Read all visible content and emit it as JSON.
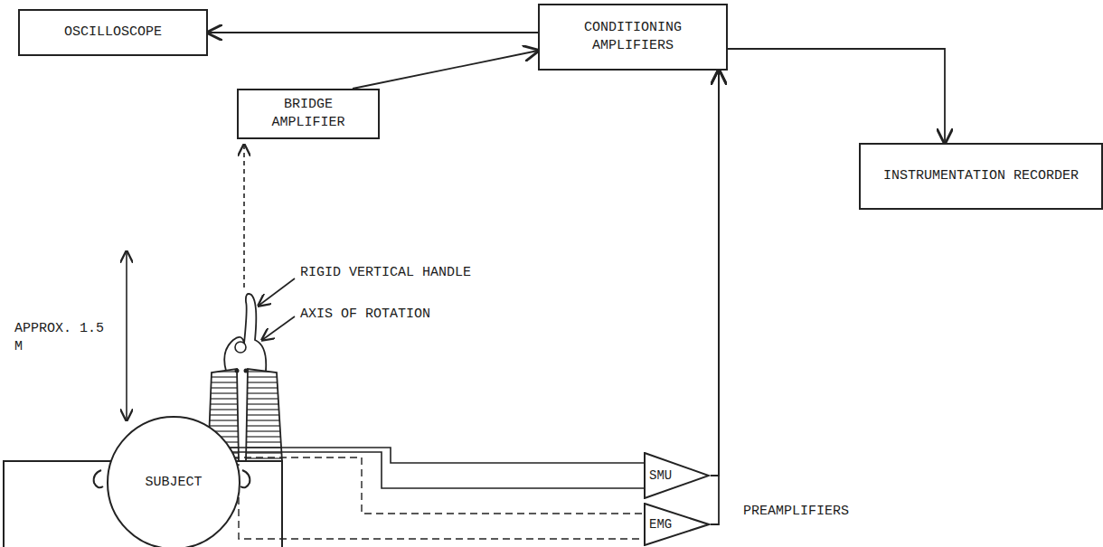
{
  "diagram": {
    "nodes": [
      {
        "text": [
          "OSCILLOSCOPE"
        ]
      },
      {
        "text": [
          "CONDITIONING AMPLIFIERS"
        ]
      },
      {
        "text": [
          "BRIDGE AMPLIFIER"
        ]
      },
      {
        "text": [
          "INSTRUMENTATION RECORDER"
        ]
      },
      {
        "text": [
          "SUBJECT"
        ]
      },
      {
        "text": [
          "SMU"
        ]
      },
      {
        "text": [
          "EMG"
        ]
      }
    ],
    "edges": [
      {
        "from": 1,
        "to": 0,
        "arrow": "to"
      },
      {
        "from": 2,
        "to": 1,
        "arrow": "to"
      },
      {
        "from": 1,
        "to": 3,
        "arrow": "to"
      },
      {
        "from": 5,
        "to": 1,
        "arrow": "to"
      },
      {
        "from": 6,
        "to": 1,
        "arrow": "to"
      }
    ],
    "labels": [
      "APPROX. 1.5 M",
      "RIGID VERTICAL HANDLE",
      "AXIS OF ROTATION",
      "PREAMPLIFIERS"
    ]
  }
}
